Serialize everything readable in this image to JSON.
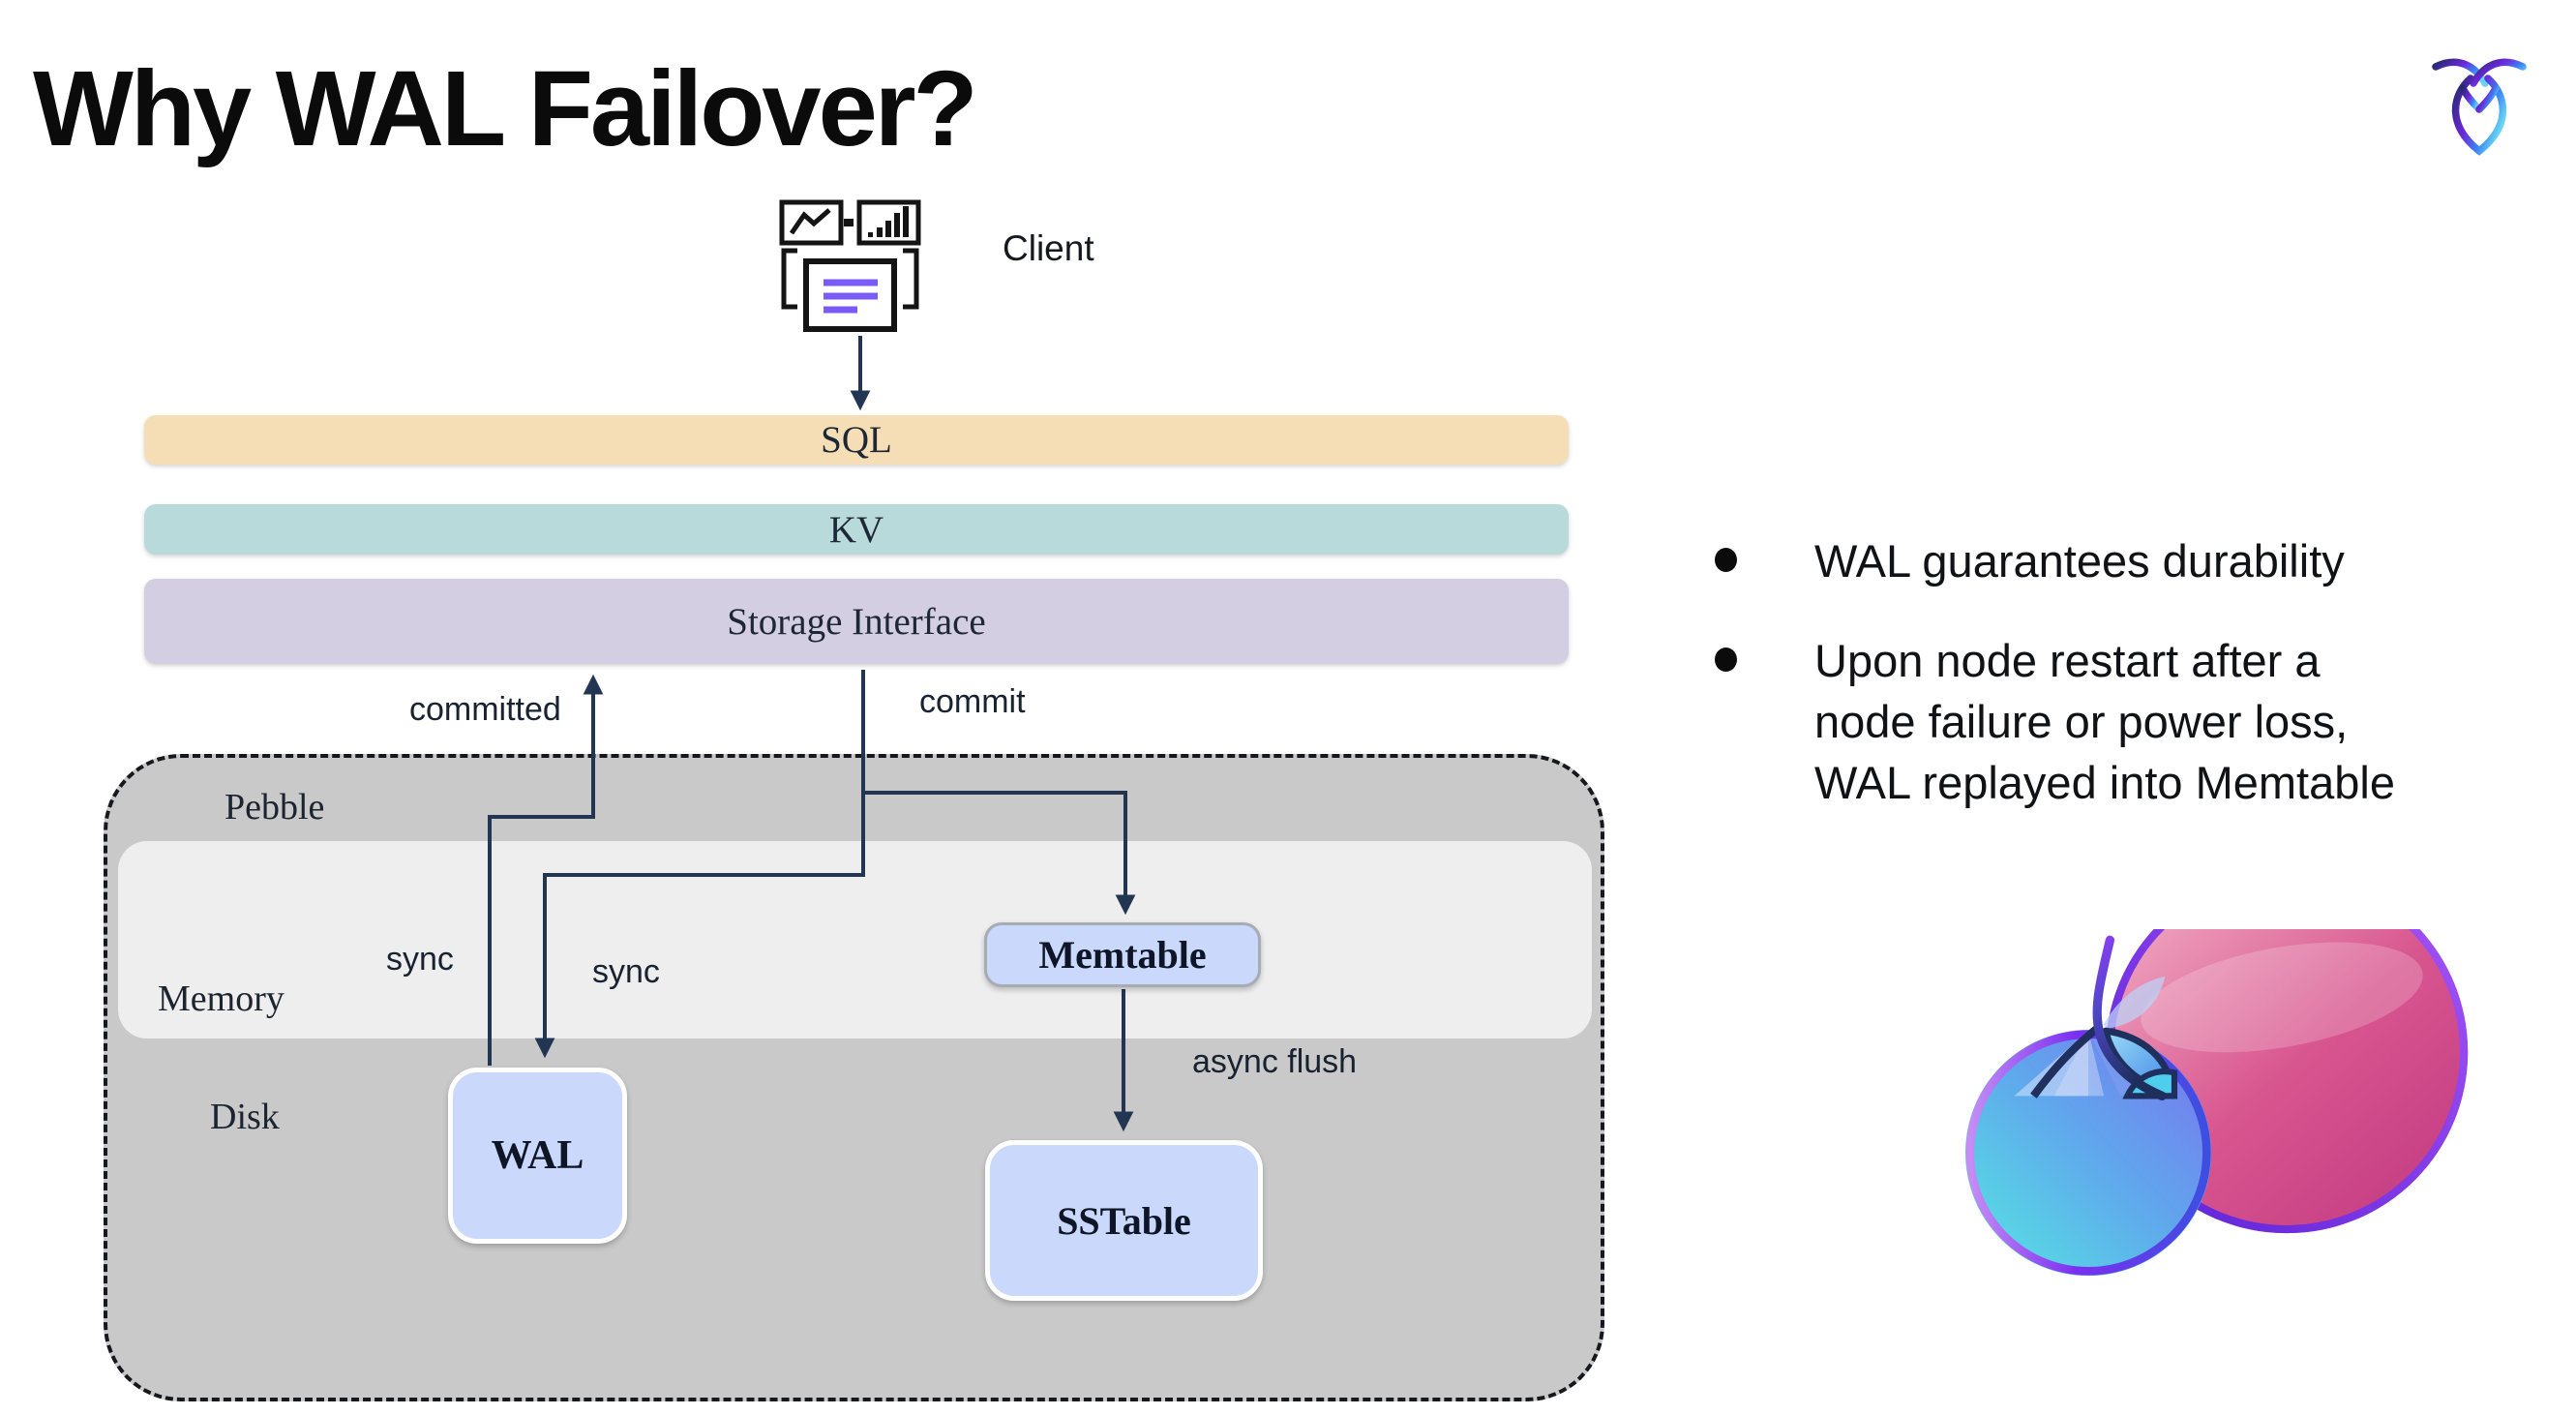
{
  "title": "Why WAL Failover?",
  "client": {
    "label": "Client"
  },
  "layers": [
    {
      "label": "SQL",
      "color": "#f5ddb5"
    },
    {
      "label": "KV",
      "color": "#b9dadb"
    },
    {
      "label": "Storage Interface",
      "color": "#d4cee3"
    }
  ],
  "pebble": {
    "label": "Pebble",
    "memory_label": "Memory",
    "disk_label": "Disk"
  },
  "nodes": {
    "wal": "WAL",
    "memtable": "Memtable",
    "sstable": "SSTable"
  },
  "edges": {
    "committed": "committed",
    "commit": "commit",
    "sync_left": "sync",
    "sync_right": "sync",
    "async_flush": "async flush"
  },
  "bullets": [
    "WAL guarantees durability",
    "Upon node restart after a node failure or power loss, WAL replayed into Memtable"
  ],
  "colors": {
    "node_fill": "#c9d8fb",
    "connector": "#223654",
    "pebble_fill": "#c9c9c9",
    "memory_fill": "#eeeeee",
    "icon_accent": "#7b5bf7"
  }
}
